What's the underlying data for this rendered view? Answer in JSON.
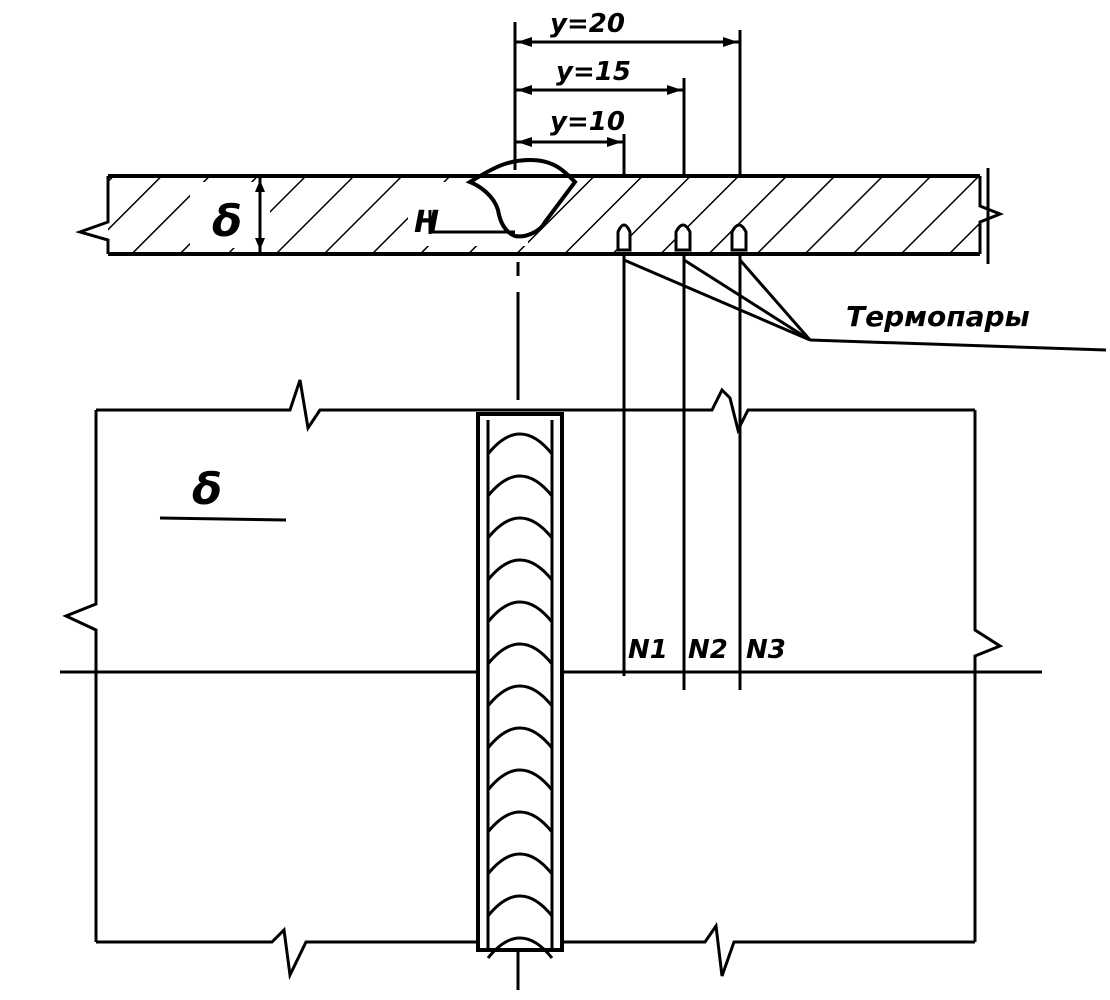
{
  "dimensions": {
    "y20": "y=20",
    "y15": "y=15",
    "y10": "y=10"
  },
  "labels": {
    "thickness_section": "δ",
    "weld_height": "H",
    "thermocouples": "Термопары",
    "thickness_plan": "δ",
    "n1": "N1",
    "n2": "N2",
    "n3": "N3"
  },
  "colors": {
    "ink": "#000000",
    "paper": "#ffffff"
  }
}
